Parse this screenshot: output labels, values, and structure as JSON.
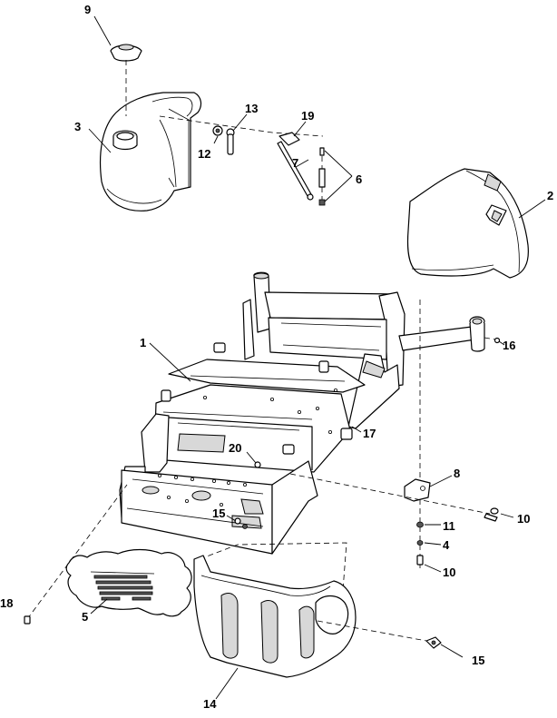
{
  "diagram": {
    "callouts": [
      {
        "id": "c1",
        "label": "1"
      },
      {
        "id": "c2",
        "label": "2"
      },
      {
        "id": "c3",
        "label": "3"
      },
      {
        "id": "c4",
        "label": "4"
      },
      {
        "id": "c5",
        "label": "5"
      },
      {
        "id": "c6",
        "label": "6"
      },
      {
        "id": "c7",
        "label": "7"
      },
      {
        "id": "c8",
        "label": "8"
      },
      {
        "id": "c9",
        "label": "9"
      },
      {
        "id": "c10a",
        "label": "10"
      },
      {
        "id": "c10b",
        "label": "10"
      },
      {
        "id": "c11",
        "label": "11"
      },
      {
        "id": "c12",
        "label": "12"
      },
      {
        "id": "c13",
        "label": "13"
      },
      {
        "id": "c14",
        "label": "14"
      },
      {
        "id": "c15a",
        "label": "15"
      },
      {
        "id": "c15b",
        "label": "15"
      },
      {
        "id": "c16",
        "label": "16"
      },
      {
        "id": "c17",
        "label": "17"
      },
      {
        "id": "c18",
        "label": "18"
      },
      {
        "id": "c19",
        "label": "19"
      },
      {
        "id": "c20",
        "label": "20"
      }
    ]
  }
}
